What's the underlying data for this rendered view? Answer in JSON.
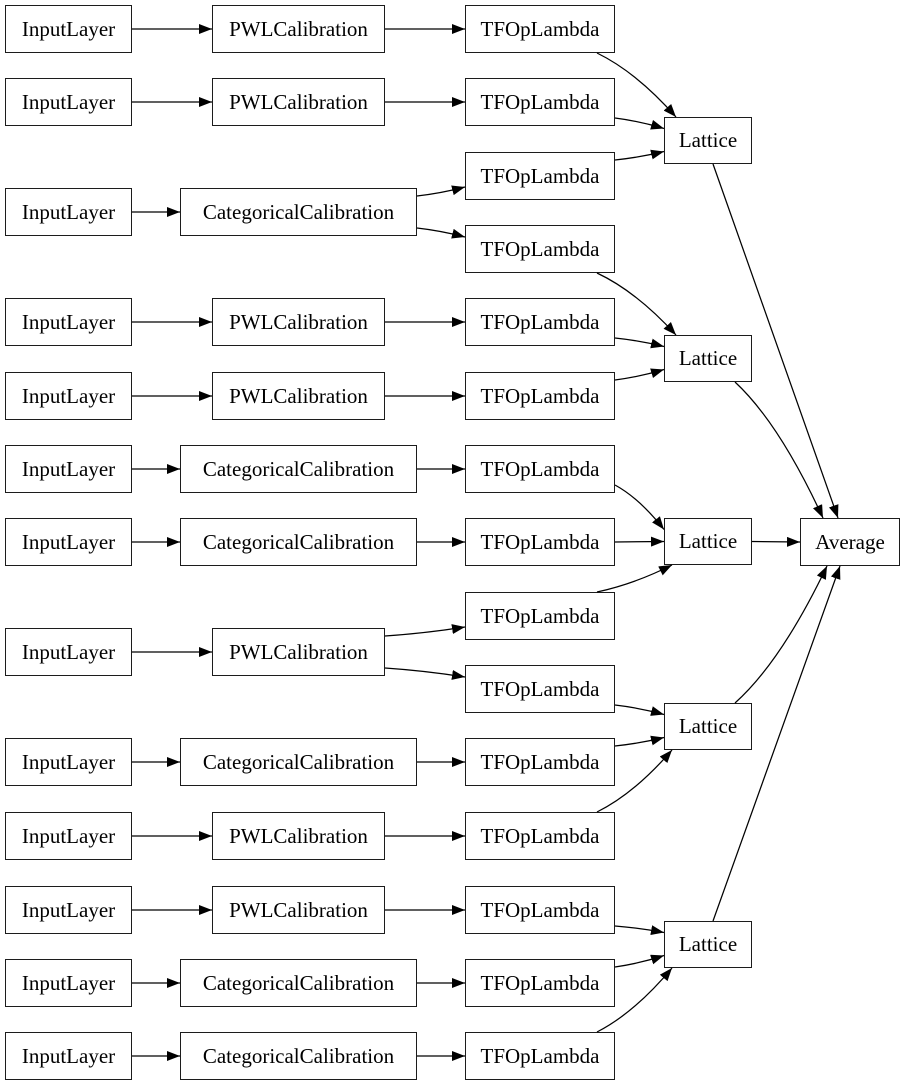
{
  "diagram": {
    "kind": "model-architecture-graph",
    "colors": {
      "background": "#ffffff",
      "node_fill": "#ffffff",
      "node_border": "#1c1c1c",
      "edge": "#000000",
      "text": "#000000"
    },
    "nodes": [
      {
        "id": "input1",
        "label": "InputLayer"
      },
      {
        "id": "input2",
        "label": "InputLayer"
      },
      {
        "id": "input3",
        "label": "InputLayer"
      },
      {
        "id": "input4",
        "label": "InputLayer"
      },
      {
        "id": "input5",
        "label": "InputLayer"
      },
      {
        "id": "input6",
        "label": "InputLayer"
      },
      {
        "id": "input7",
        "label": "InputLayer"
      },
      {
        "id": "input8",
        "label": "InputLayer"
      },
      {
        "id": "input9",
        "label": "InputLayer"
      },
      {
        "id": "input10",
        "label": "InputLayer"
      },
      {
        "id": "input11",
        "label": "InputLayer"
      },
      {
        "id": "input12",
        "label": "InputLayer"
      },
      {
        "id": "input13",
        "label": "InputLayer"
      },
      {
        "id": "calib1",
        "label": "PWLCalibration"
      },
      {
        "id": "calib2",
        "label": "PWLCalibration"
      },
      {
        "id": "calib3",
        "label": "CategoricalCalibration"
      },
      {
        "id": "calib4",
        "label": "PWLCalibration"
      },
      {
        "id": "calib5",
        "label": "PWLCalibration"
      },
      {
        "id": "calib6",
        "label": "CategoricalCalibration"
      },
      {
        "id": "calib7",
        "label": "CategoricalCalibration"
      },
      {
        "id": "calib8",
        "label": "PWLCalibration"
      },
      {
        "id": "calib9",
        "label": "CategoricalCalibration"
      },
      {
        "id": "calib10",
        "label": "PWLCalibration"
      },
      {
        "id": "calib11",
        "label": "PWLCalibration"
      },
      {
        "id": "calib12",
        "label": "CategoricalCalibration"
      },
      {
        "id": "calib13",
        "label": "CategoricalCalibration"
      },
      {
        "id": "lambda1",
        "label": "TFOpLambda"
      },
      {
        "id": "lambda2",
        "label": "TFOpLambda"
      },
      {
        "id": "lambda3",
        "label": "TFOpLambda"
      },
      {
        "id": "lambda4",
        "label": "TFOpLambda"
      },
      {
        "id": "lambda5",
        "label": "TFOpLambda"
      },
      {
        "id": "lambda6",
        "label": "TFOpLambda"
      },
      {
        "id": "lambda7",
        "label": "TFOpLambda"
      },
      {
        "id": "lambda8",
        "label": "TFOpLambda"
      },
      {
        "id": "lambda9",
        "label": "TFOpLambda"
      },
      {
        "id": "lambda10",
        "label": "TFOpLambda"
      },
      {
        "id": "lambda11",
        "label": "TFOpLambda"
      },
      {
        "id": "lambda12",
        "label": "TFOpLambda"
      },
      {
        "id": "lambda13",
        "label": "TFOpLambda"
      },
      {
        "id": "lambda14",
        "label": "TFOpLambda"
      },
      {
        "id": "lambda15",
        "label": "TFOpLambda"
      },
      {
        "id": "lattice1",
        "label": "Lattice"
      },
      {
        "id": "lattice2",
        "label": "Lattice"
      },
      {
        "id": "lattice3",
        "label": "Lattice"
      },
      {
        "id": "lattice4",
        "label": "Lattice"
      },
      {
        "id": "lattice5",
        "label": "Lattice"
      },
      {
        "id": "average",
        "label": "Average"
      }
    ],
    "edges": [
      {
        "from": "input1",
        "to": "calib1"
      },
      {
        "from": "input2",
        "to": "calib2"
      },
      {
        "from": "input3",
        "to": "calib3"
      },
      {
        "from": "input4",
        "to": "calib4"
      },
      {
        "from": "input5",
        "to": "calib5"
      },
      {
        "from": "input6",
        "to": "calib6"
      },
      {
        "from": "input7",
        "to": "calib7"
      },
      {
        "from": "input8",
        "to": "calib8"
      },
      {
        "from": "input9",
        "to": "calib9"
      },
      {
        "from": "input10",
        "to": "calib10"
      },
      {
        "from": "input11",
        "to": "calib11"
      },
      {
        "from": "input12",
        "to": "calib12"
      },
      {
        "from": "input13",
        "to": "calib13"
      },
      {
        "from": "calib1",
        "to": "lambda1"
      },
      {
        "from": "calib2",
        "to": "lambda2"
      },
      {
        "from": "calib3",
        "to": "lambda3"
      },
      {
        "from": "calib3",
        "to": "lambda4"
      },
      {
        "from": "calib4",
        "to": "lambda5"
      },
      {
        "from": "calib5",
        "to": "lambda6"
      },
      {
        "from": "calib6",
        "to": "lambda7"
      },
      {
        "from": "calib7",
        "to": "lambda8"
      },
      {
        "from": "calib8",
        "to": "lambda9"
      },
      {
        "from": "calib8",
        "to": "lambda10"
      },
      {
        "from": "calib9",
        "to": "lambda11"
      },
      {
        "from": "calib10",
        "to": "lambda12"
      },
      {
        "from": "calib11",
        "to": "lambda13"
      },
      {
        "from": "calib12",
        "to": "lambda14"
      },
      {
        "from": "calib13",
        "to": "lambda15"
      },
      {
        "from": "lambda1",
        "to": "lattice1"
      },
      {
        "from": "lambda2",
        "to": "lattice1"
      },
      {
        "from": "lambda3",
        "to": "lattice1"
      },
      {
        "from": "lambda4",
        "to": "lattice2"
      },
      {
        "from": "lambda5",
        "to": "lattice2"
      },
      {
        "from": "lambda6",
        "to": "lattice2"
      },
      {
        "from": "lambda7",
        "to": "lattice3"
      },
      {
        "from": "lambda8",
        "to": "lattice3"
      },
      {
        "from": "lambda9",
        "to": "lattice3"
      },
      {
        "from": "lambda10",
        "to": "lattice4"
      },
      {
        "from": "lambda11",
        "to": "lattice4"
      },
      {
        "from": "lambda12",
        "to": "lattice4"
      },
      {
        "from": "lambda13",
        "to": "lattice5"
      },
      {
        "from": "lambda14",
        "to": "lattice5"
      },
      {
        "from": "lambda15",
        "to": "lattice5"
      },
      {
        "from": "lattice1",
        "to": "average"
      },
      {
        "from": "lattice2",
        "to": "average"
      },
      {
        "from": "lattice3",
        "to": "average"
      },
      {
        "from": "lattice4",
        "to": "average"
      },
      {
        "from": "lattice5",
        "to": "average"
      }
    ]
  }
}
